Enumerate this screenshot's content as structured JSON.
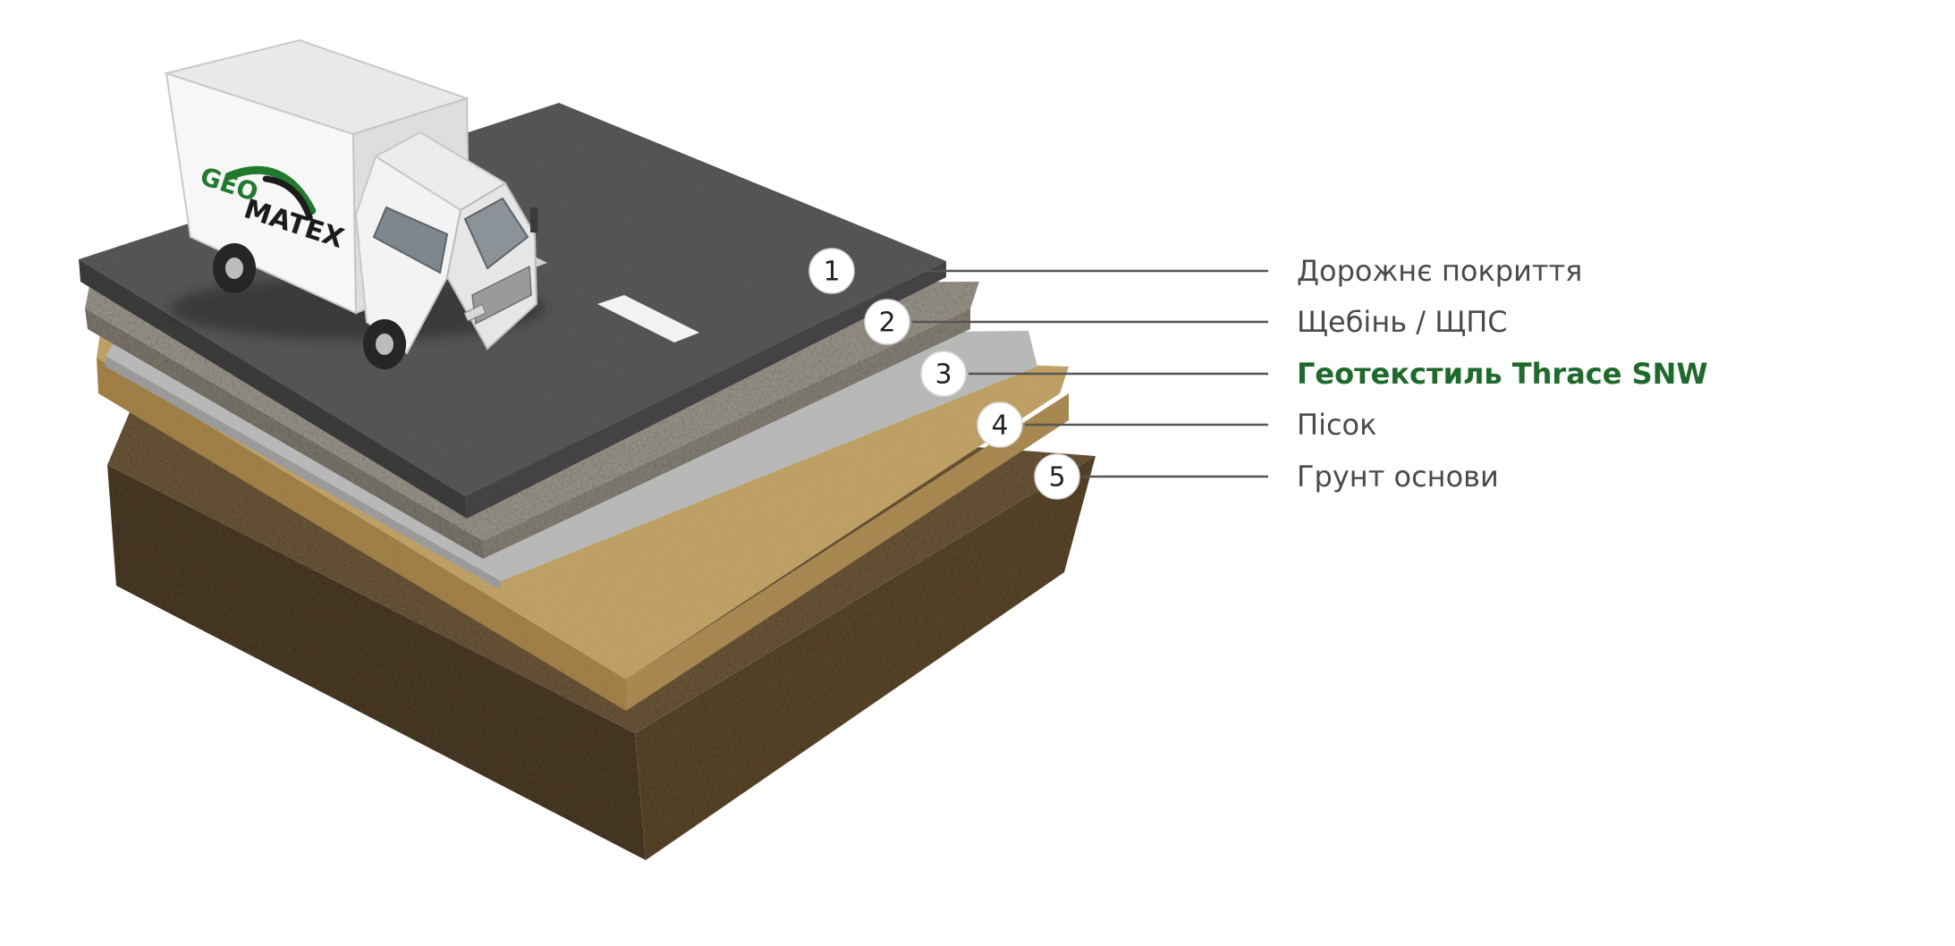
{
  "logo": {
    "text_primary": "GEO",
    "text_secondary": "MATEX",
    "brand_color": "#1f7a2e",
    "dark_color": "#1c1c1c"
  },
  "layers": [
    {
      "number": "1",
      "label": "Дорожнє покриття",
      "highlight": false
    },
    {
      "number": "2",
      "label": "Щебінь / ЩПС",
      "highlight": false
    },
    {
      "number": "3",
      "label": "Геотекстиль Thrace SNW",
      "highlight": true
    },
    {
      "number": "4",
      "label": "Пісок",
      "highlight": false
    },
    {
      "number": "5",
      "label": "Грунт основи",
      "highlight": false
    }
  ],
  "colors": {
    "asphalt": "#4d4d4d",
    "gravel": "#8a8579",
    "geotextile": "#b6b6b6",
    "sand": "#b5935a",
    "soil": "#5c4a31",
    "highlight_label": "#1d6b2a"
  }
}
